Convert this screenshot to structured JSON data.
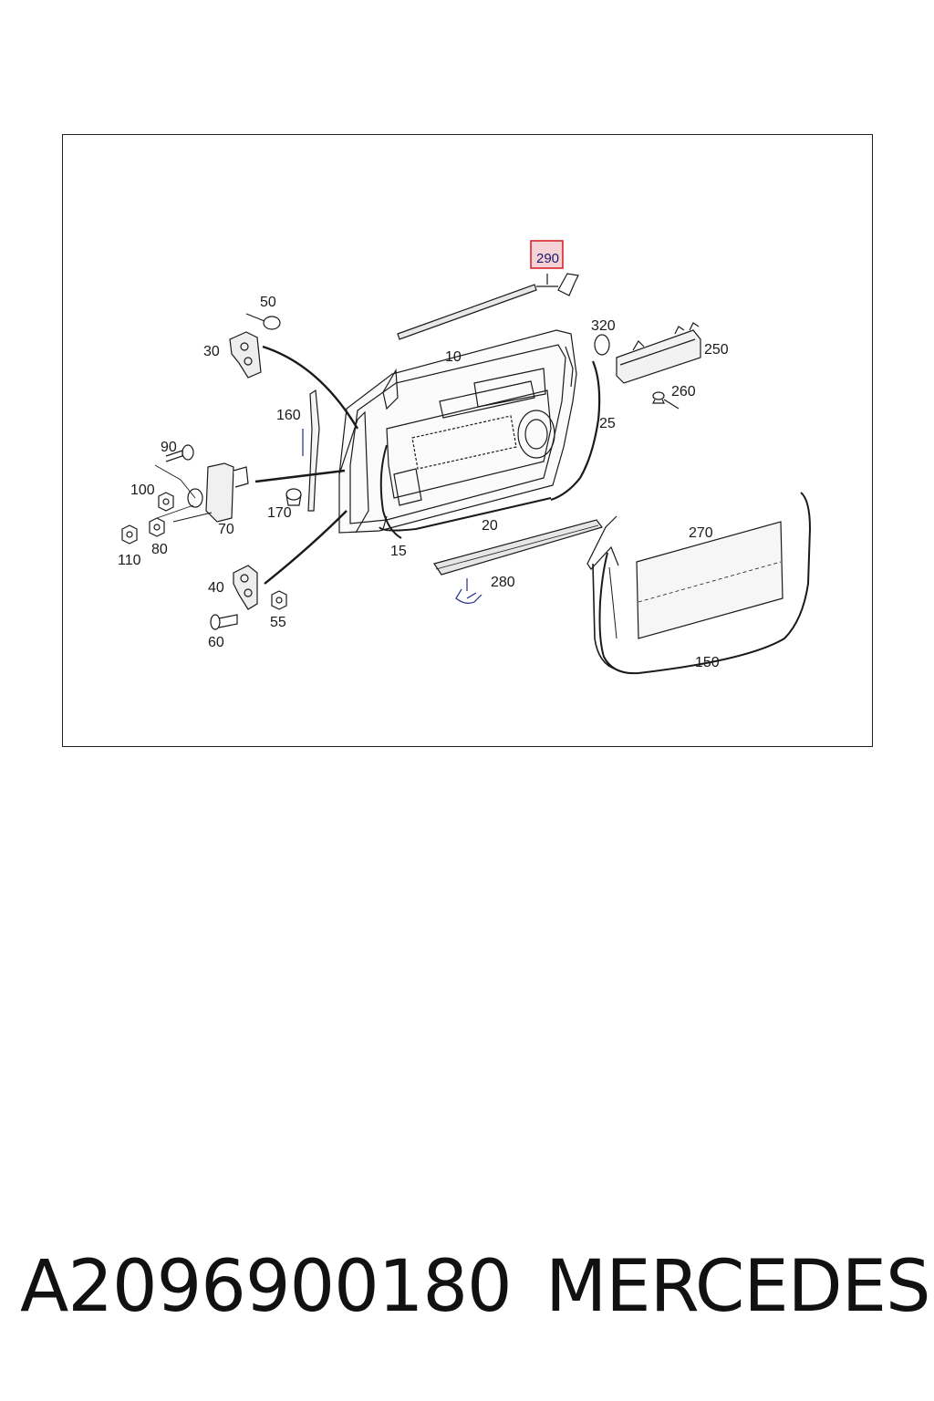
{
  "diagram": {
    "highlighted_part": "290",
    "labels": {
      "l290": "290",
      "l50": "50",
      "l30": "30",
      "l320": "320",
      "l10": "10",
      "l250": "250",
      "l260": "260",
      "l160": "160",
      "l25": "25",
      "l90": "90",
      "l100": "100",
      "l170": "170",
      "l70": "70",
      "l20": "20",
      "l270": "270",
      "l110": "110",
      "l80": "80",
      "l15": "15",
      "l280": "280",
      "l40": "40",
      "l55": "55",
      "l60": "60",
      "l150": "150"
    },
    "colors": {
      "highlight_border": "#d9262b",
      "highlight_fill": "#f6d3d6",
      "line": "#1a1a1a",
      "accent_line": "#1e2a8a"
    }
  },
  "caption": {
    "part_number": "A2096900180",
    "brand": "MERCEDES"
  }
}
